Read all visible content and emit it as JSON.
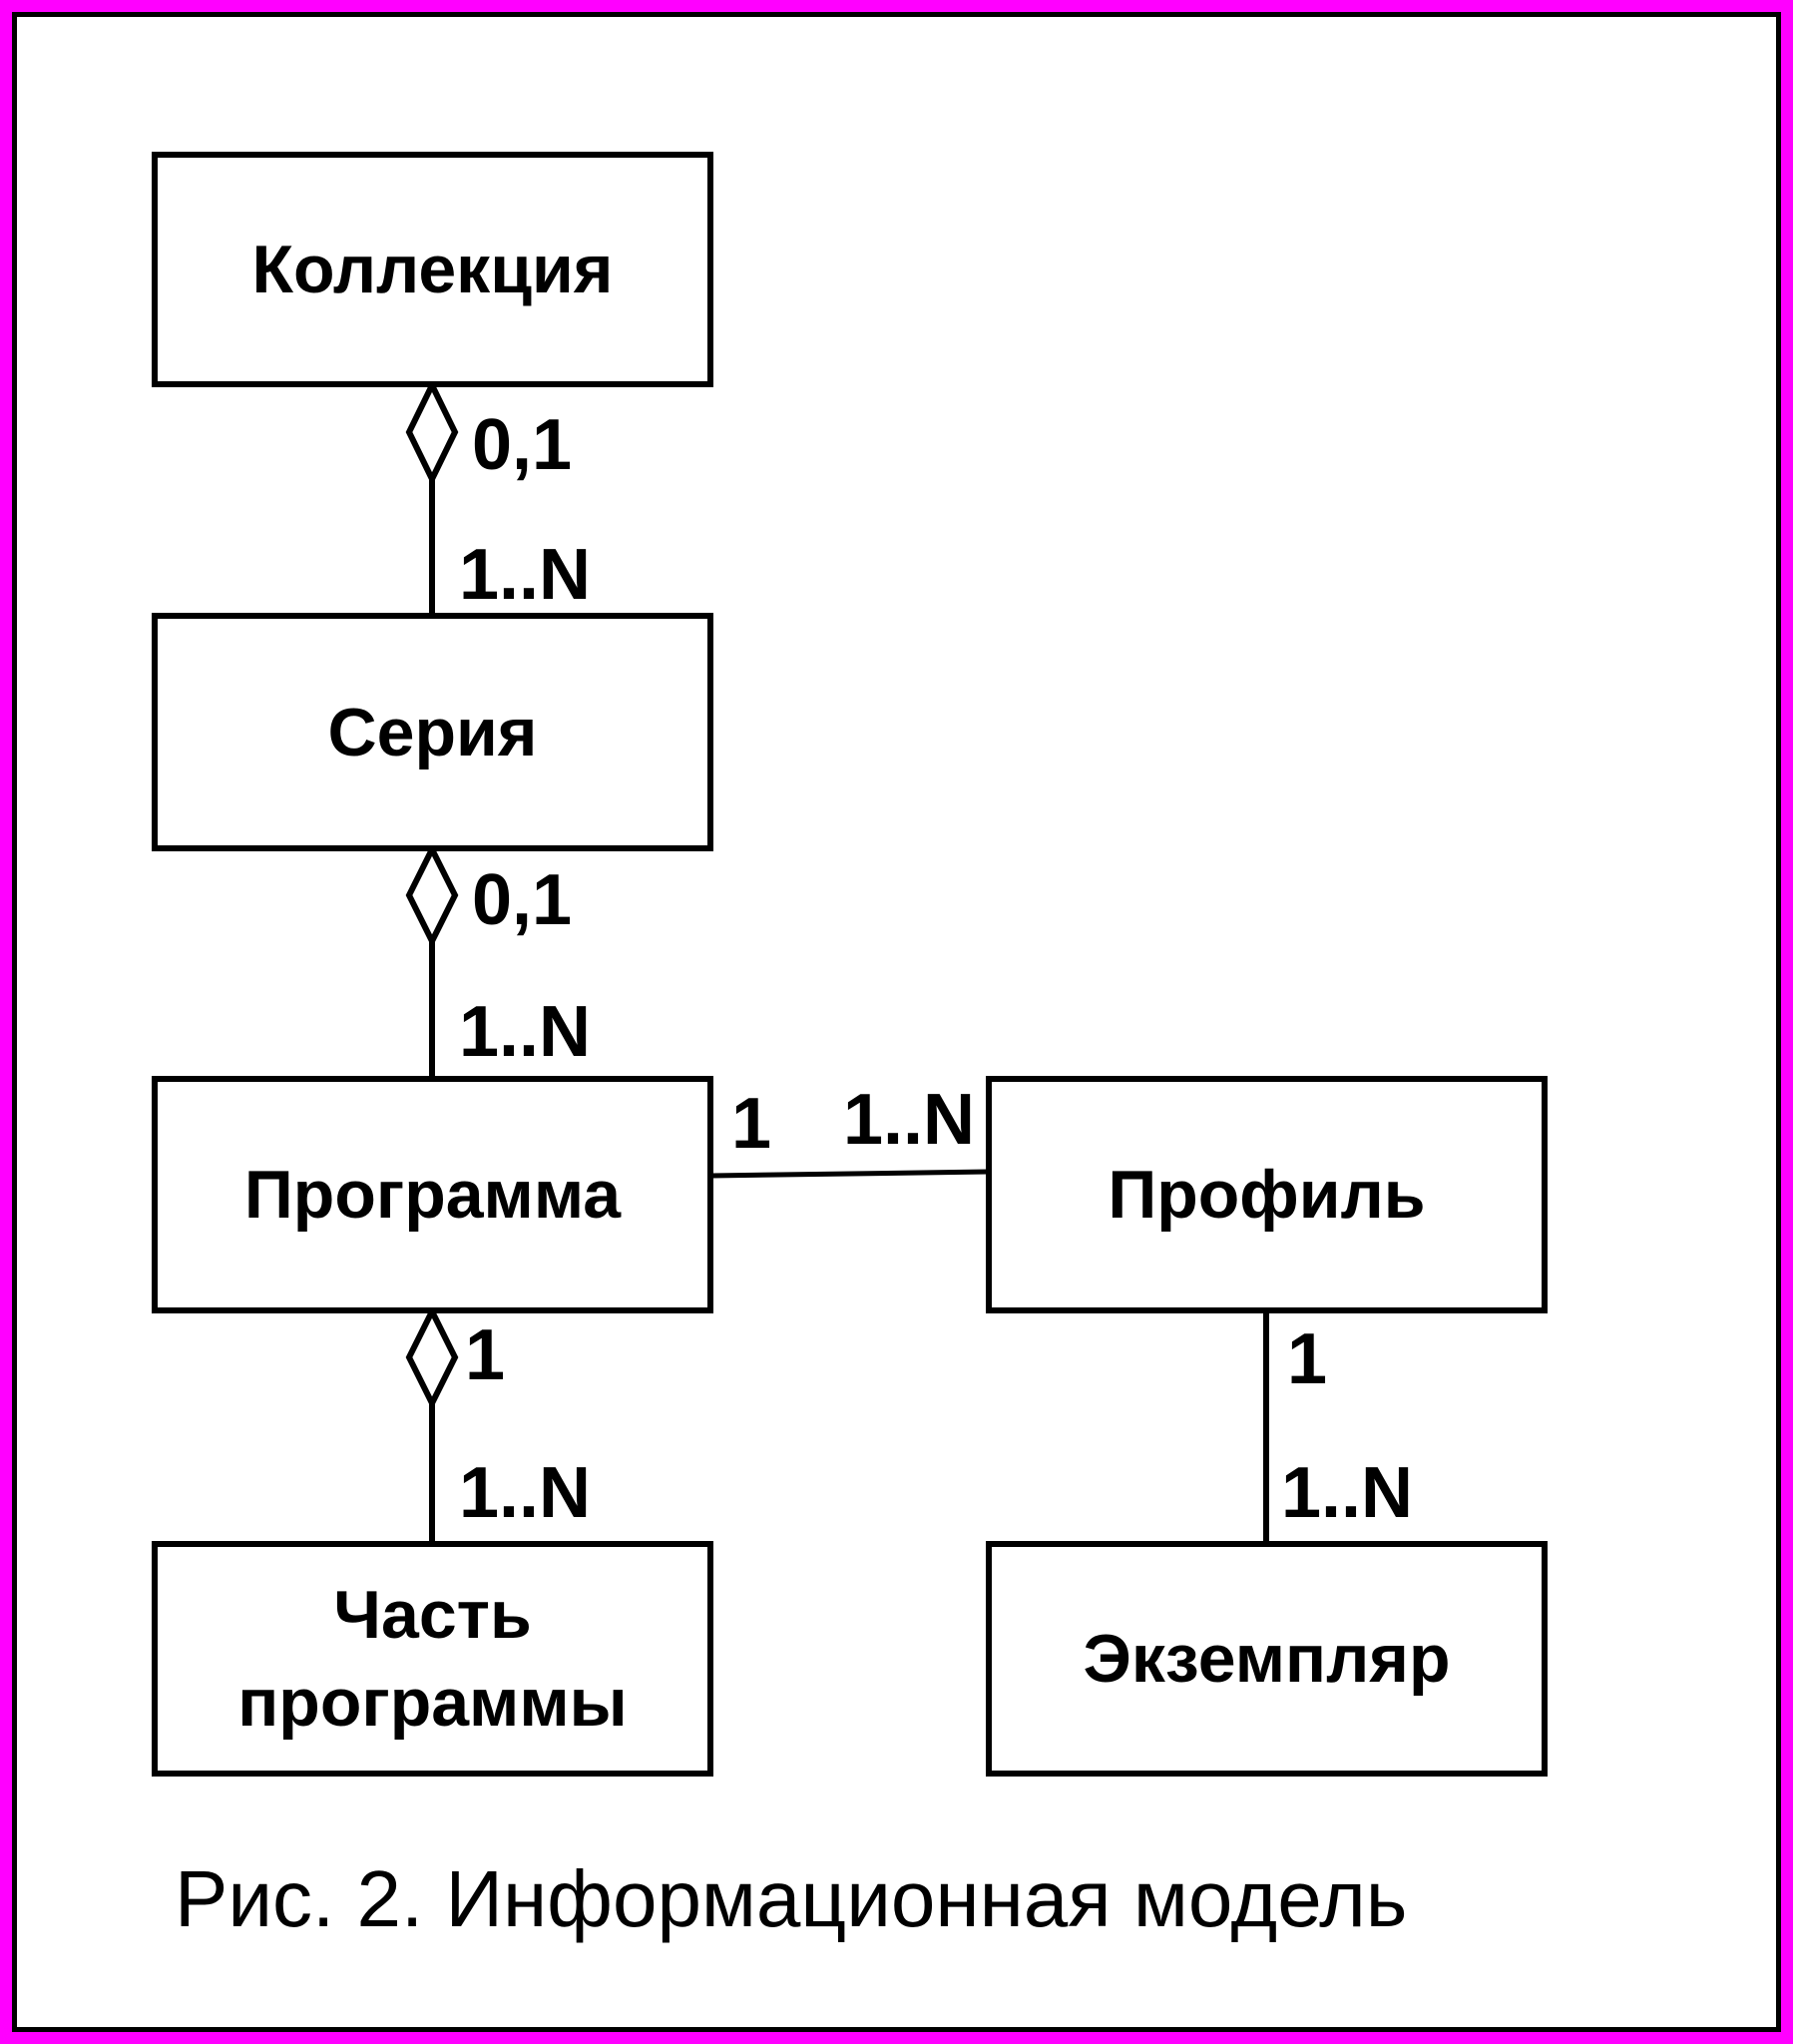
{
  "colors": {
    "frame": "#ff00ff",
    "ink": "#000000",
    "background": "#ffffff"
  },
  "entities": {
    "collection": "Коллекция",
    "series": "Серия",
    "program": "Программа",
    "profile": "Профиль",
    "program_part": "Часть\nпрограммы",
    "instance": "Экземпляр"
  },
  "multiplicities": {
    "collection_series_top": "0,1",
    "collection_series_bottom": "1..N",
    "series_program_top": "0,1",
    "series_program_bottom": "1..N",
    "program_profile_left": "1",
    "program_profile_right": "1..N",
    "program_part_top": "1",
    "program_part_bottom": "1..N",
    "profile_instance_top": "1",
    "profile_instance_bottom": "1..N"
  },
  "caption": "Рис. 2. Информационная модель"
}
